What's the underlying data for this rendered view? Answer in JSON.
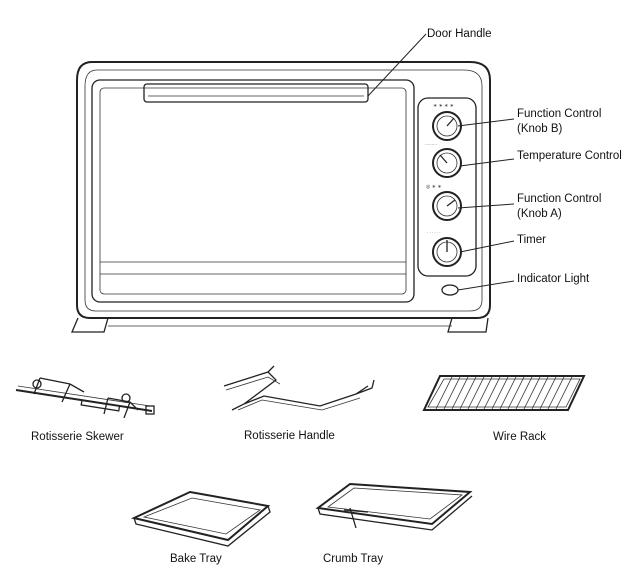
{
  "callouts": {
    "door_handle": "Door Handle",
    "function_control_b": [
      "Function Control",
      "(Knob B)"
    ],
    "temperature_control": "Temperature Control",
    "function_control_a": [
      "Function Control",
      "(Knob A)"
    ],
    "timer": "Timer",
    "indicator_light": "Indicator Light"
  },
  "accessories": {
    "rotisserie_skewer": "Rotisserie Skewer",
    "rotisserie_handle": "Rotisserie Handle",
    "wire_rack": "Wire Rack",
    "bake_tray": "Bake Tray",
    "crumb_tray": "Crumb Tray"
  }
}
